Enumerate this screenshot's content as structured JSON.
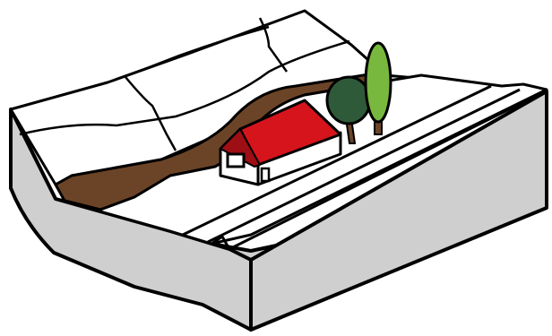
{
  "colors": {
    "background": "#ffffff",
    "outline": "#000000",
    "terrain_top": "#ffffff",
    "block_side": "#cfcfcf",
    "river": "#6b4427",
    "roof": "#d6141c",
    "roof_dark": "#9e0e15",
    "house_wall": "#ffffff",
    "tree_dark": "#2f5a3a",
    "tree_light": "#78b83e",
    "trunk": "#6b4427"
  },
  "features": [
    {
      "id": "terraced-fields",
      "icon": "field-grid"
    },
    {
      "id": "river",
      "icon": "meandering-river"
    },
    {
      "id": "house",
      "icon": "house-red-roof"
    },
    {
      "id": "trees",
      "icon": "two-trees"
    },
    {
      "id": "road-cut",
      "icon": "road-embankment"
    }
  ]
}
